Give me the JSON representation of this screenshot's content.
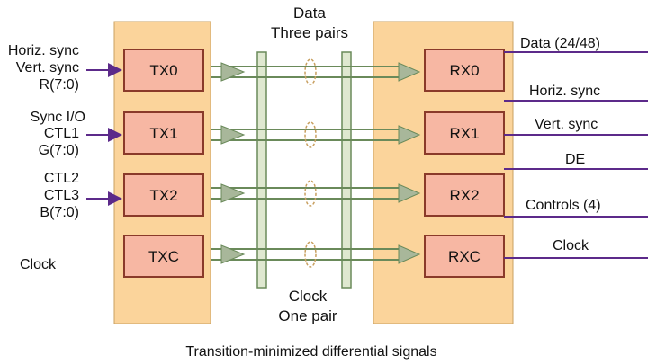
{
  "diagram": {
    "top_label": {
      "line1": "Data",
      "line2": "Three pairs"
    },
    "bottom_label": {
      "line1": "Clock",
      "line2": "One pair"
    },
    "caption": "Transition-minimized differential signals",
    "transmitter_blocks": [
      "TX0",
      "TX1",
      "TX2",
      "TXC"
    ],
    "receiver_blocks": [
      "RX0",
      "RX1",
      "RX2",
      "RXC"
    ],
    "left_inputs": [
      "Horiz. sync",
      "Vert. sync",
      "R(7:0)",
      "Sync I/O",
      "CTL1",
      "G(7:0)",
      "CTL2",
      "CTL3",
      "B(7:0)",
      "Clock"
    ],
    "right_outputs": [
      "Data (24/48)",
      "Horiz. sync",
      "Vert. sync",
      "DE",
      "Controls (4)",
      "Clock"
    ],
    "colors": {
      "block_fill": "#fbd49b",
      "block_stroke": "#c8a060",
      "tx_fill": "#f7b7a3",
      "tx_stroke": "#8a3a2a",
      "tx_text": "#7a1f10",
      "arrow_line": "#5c2a8a",
      "buffer_fill": "#a8b79a",
      "pair_stroke": "#6a8a5a",
      "bus_fill": "#dfe8d0"
    }
  }
}
